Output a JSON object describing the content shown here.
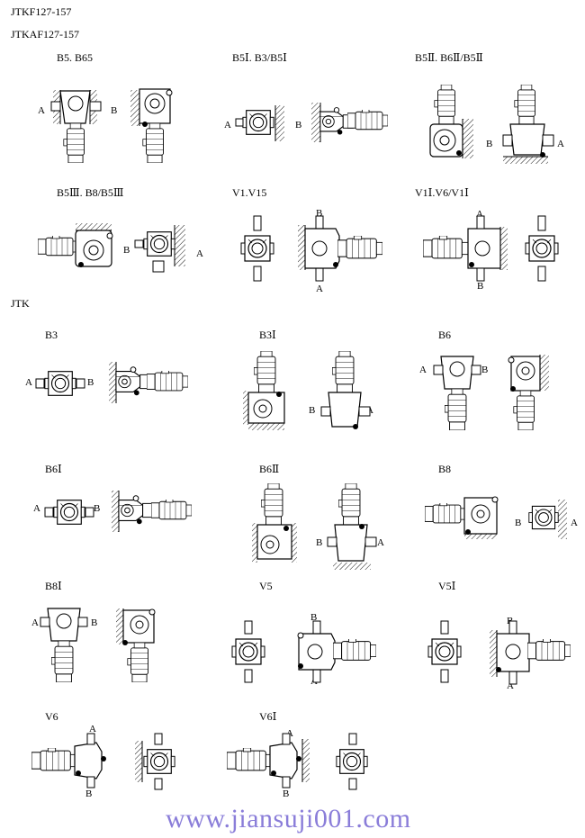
{
  "headers": {
    "h1": "JTKF127-157",
    "h2": "JTKAF127-157",
    "h3": "JTK"
  },
  "positions": [
    {
      "id": "p1",
      "label": "B5. B65"
    },
    {
      "id": "p2",
      "label": "B5Ⅰ. B3/B5Ⅰ"
    },
    {
      "id": "p3",
      "label": "B5Ⅱ. B6Ⅱ/B5Ⅱ"
    },
    {
      "id": "p4",
      "label": "B5Ⅲ. B8/B5Ⅲ"
    },
    {
      "id": "p5",
      "label": "V1.V15"
    },
    {
      "id": "p6",
      "label": "V1Ⅰ.V6/V1Ⅰ"
    },
    {
      "id": "p7",
      "label": "B3"
    },
    {
      "id": "p8",
      "label": "B3Ⅰ"
    },
    {
      "id": "p9",
      "label": "B6"
    },
    {
      "id": "p10",
      "label": "B6Ⅰ"
    },
    {
      "id": "p11",
      "label": "B6Ⅱ"
    },
    {
      "id": "p12",
      "label": "B8"
    },
    {
      "id": "p13",
      "label": "B8Ⅰ"
    },
    {
      "id": "p14",
      "label": "V5"
    },
    {
      "id": "p15",
      "label": "V5Ⅰ"
    },
    {
      "id": "p16",
      "label": "V6"
    },
    {
      "id": "p17",
      "label": "V6Ⅰ"
    }
  ],
  "shaft_labels": {
    "a": "A",
    "b": "B"
  },
  "watermark": "www.jiansuji001.com"
}
